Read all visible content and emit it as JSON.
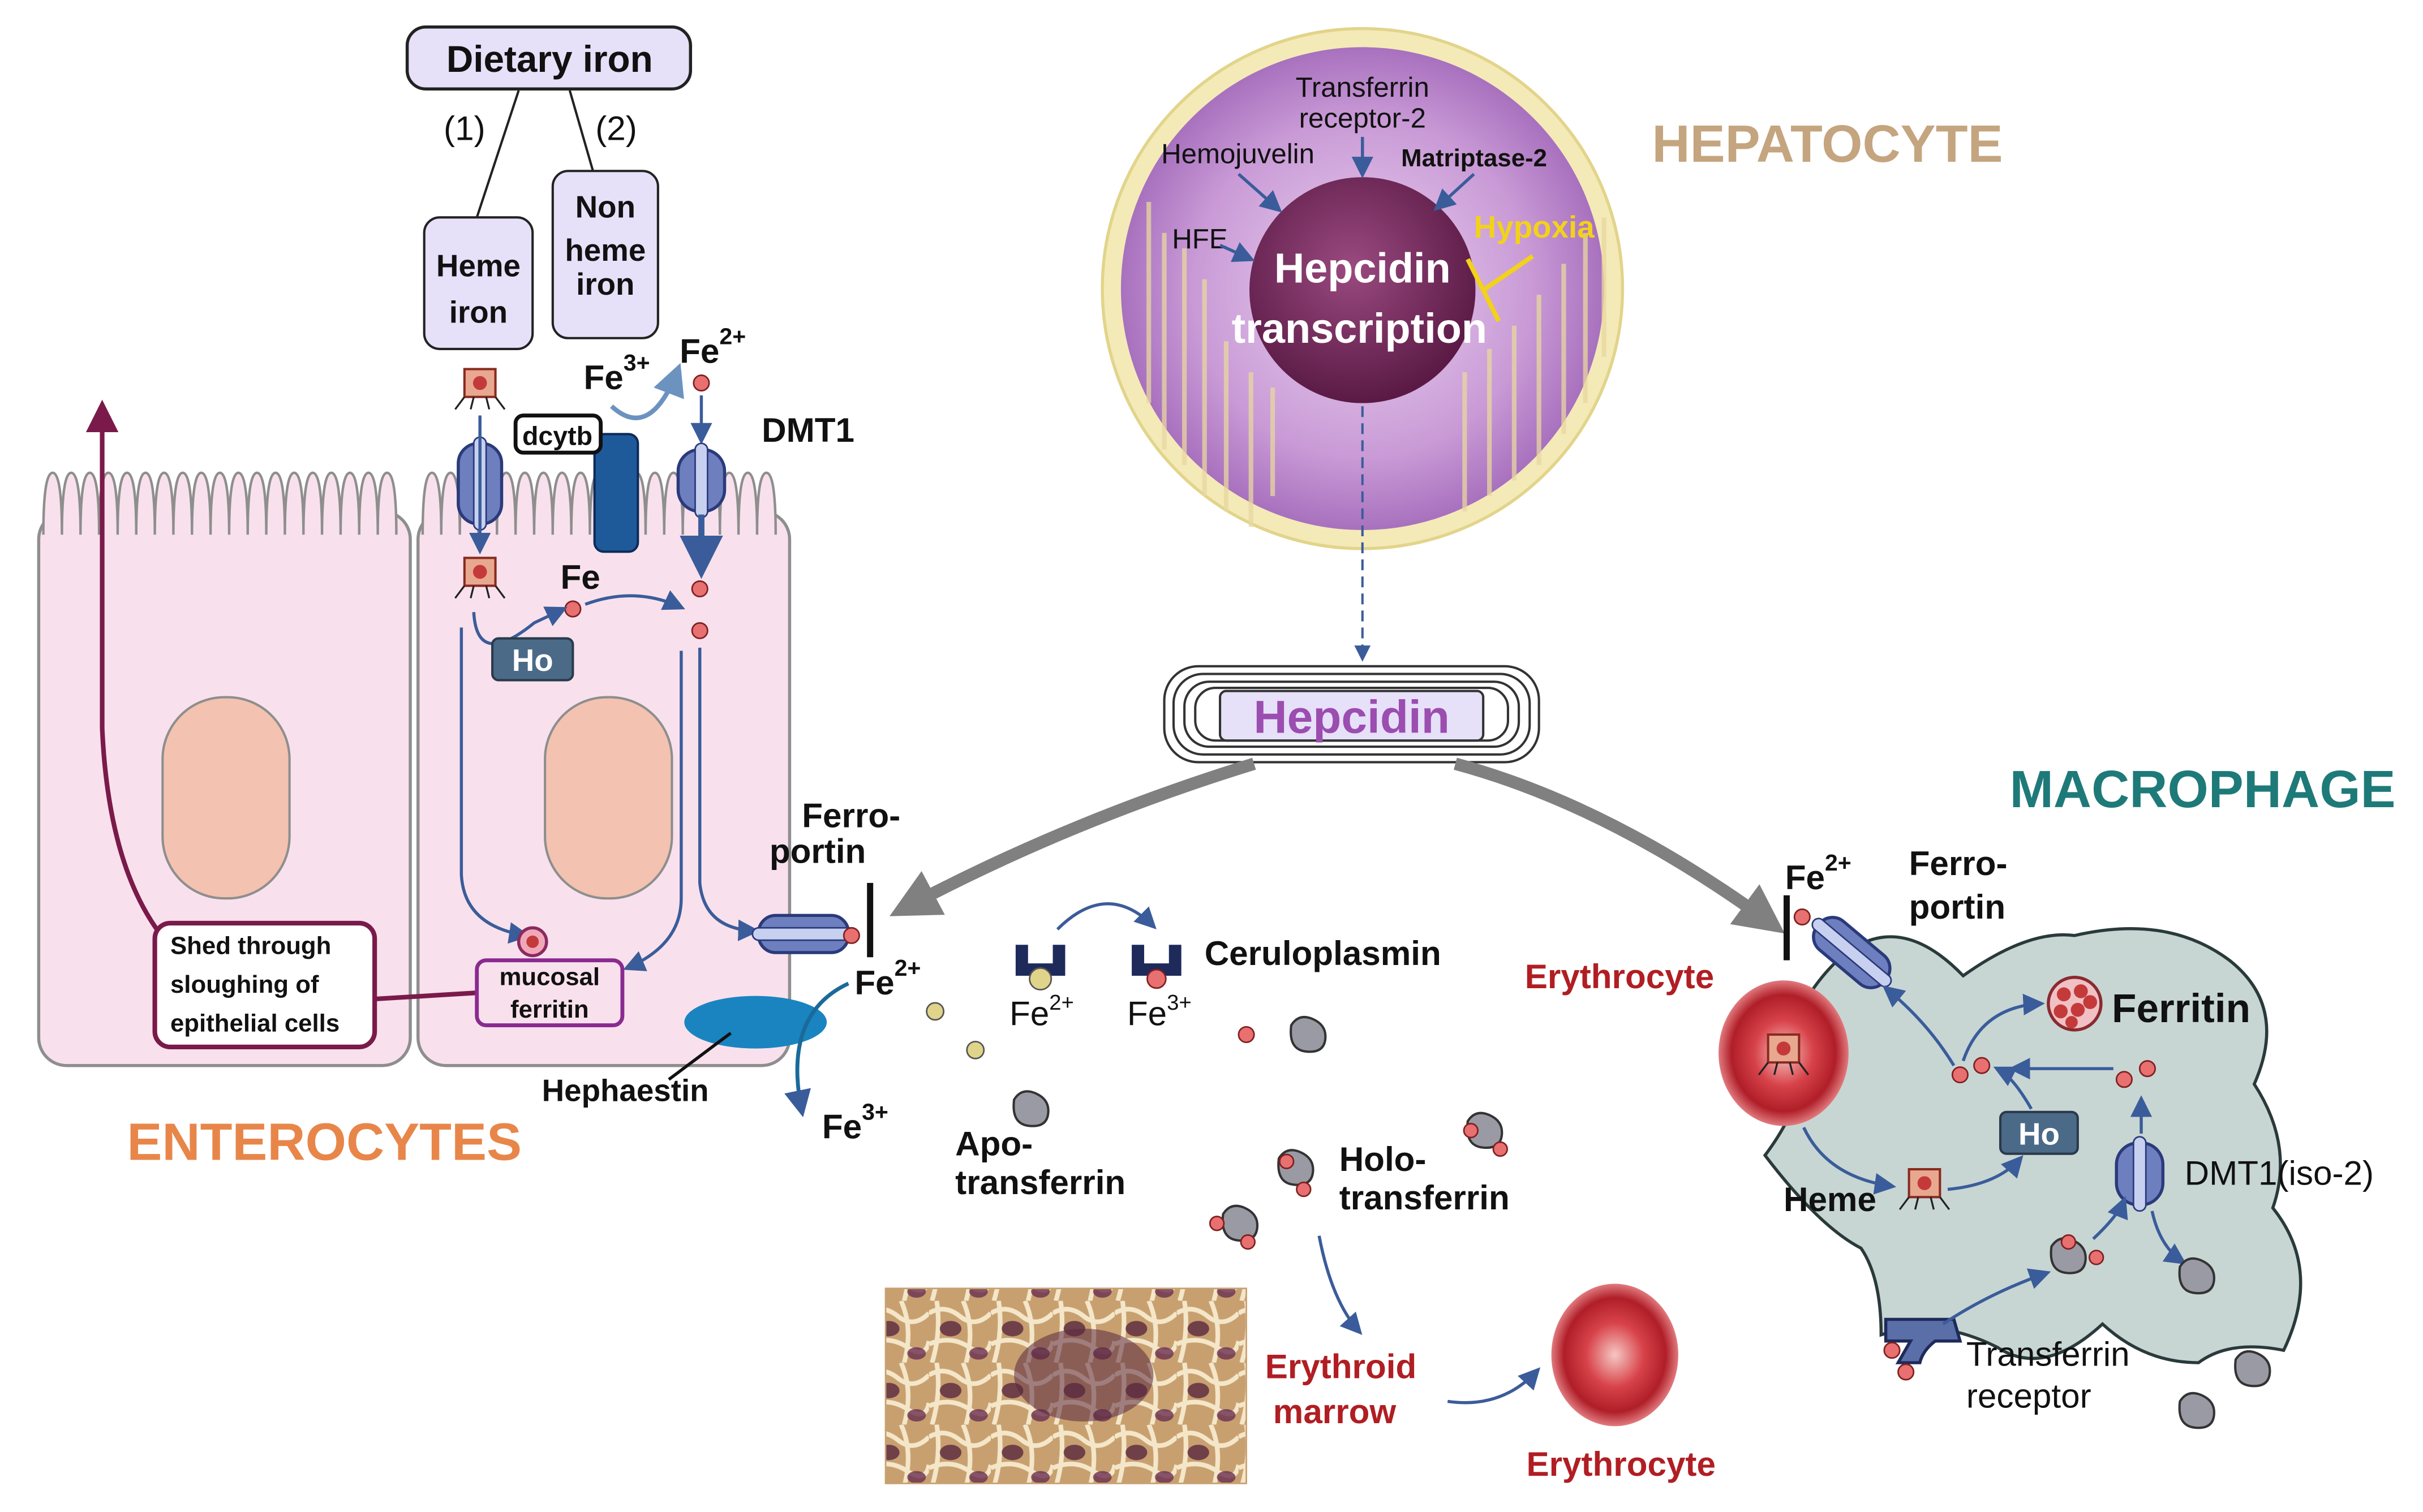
{
  "enterocyte": {
    "section_title": "ENTEROCYTES",
    "dietary_iron": "Dietary iron",
    "path1": "(1)",
    "path2": "(2)",
    "heme_iron": [
      "Heme",
      "iron"
    ],
    "nonheme_iron": [
      "Non",
      "heme",
      "iron"
    ],
    "fe3_base": "Fe",
    "fe3_sup": "3+",
    "fe2_base": "Fe",
    "fe2_sup": "2+",
    "dcytb": "dcytb",
    "dmt1": "DMT1",
    "fe": "Fe",
    "ho": "Ho",
    "shed": [
      "Shed through",
      "sloughing of",
      "epithelial cells"
    ],
    "mucosal_ferritin": [
      "mucosal",
      "ferritin"
    ],
    "ferroportin": [
      "Ferro-",
      "portin"
    ],
    "fe2_out_base": "Fe",
    "fe2_out_sup": "2+",
    "hephaestin": "Hephaestin",
    "fe3_out_base": "Fe",
    "fe3_out_sup": "3+"
  },
  "hepatocyte": {
    "section_title": "HEPATOCYTE",
    "transferrin_receptor2": [
      "Transferrin",
      "receptor-2"
    ],
    "hemojuvelin": "Hemojuvelin",
    "matriptase2": "Matriptase-2",
    "hfe": "HFE",
    "hypoxia": "Hypoxia",
    "hepcidin_transcription": [
      "Hepcidin",
      "transcription"
    ]
  },
  "hepcidin": {
    "label": "Hepcidin"
  },
  "plasma": {
    "ceruloplasmin": "Ceruloplasmin",
    "fe2_base": "Fe",
    "fe2_sup": "2+",
    "fe3_base": "Fe",
    "fe3_sup": "3+",
    "apotransferrin": [
      "Apo-",
      "transferrin"
    ],
    "holotransferrin": [
      "Holo-",
      "transferrin"
    ],
    "erythroid_marrow": [
      "Erythroid",
      "marrow"
    ],
    "erythrocyte": "Erythrocyte"
  },
  "macrophage": {
    "section_title": "MACROPHAGE",
    "fe2_base": "Fe",
    "fe2_sup": "2+",
    "ferroportin": [
      "Ferro-",
      "portin"
    ],
    "erythrocyte": "Erythrocyte",
    "ferritin": "Ferritin",
    "ho": "Ho",
    "heme": "Heme",
    "dmt1_iso2": "DMT1(iso-2)",
    "transferrin_receptor": [
      "Transferrin",
      "receptor"
    ]
  },
  "colors": {
    "enterocyte_title": "#E8864A",
    "hepatocyte_title": "#C4A57F",
    "macrophage_title": "#1E7A78",
    "red_label": "#B01E23",
    "hepcidin_text": "#9B4DB0",
    "hypoxia": "#F2D21A",
    "cell_fill": "#F8E1EC",
    "macrophage_fill": "#C7D6D3",
    "arrow_blue": "#3B5C9A"
  }
}
